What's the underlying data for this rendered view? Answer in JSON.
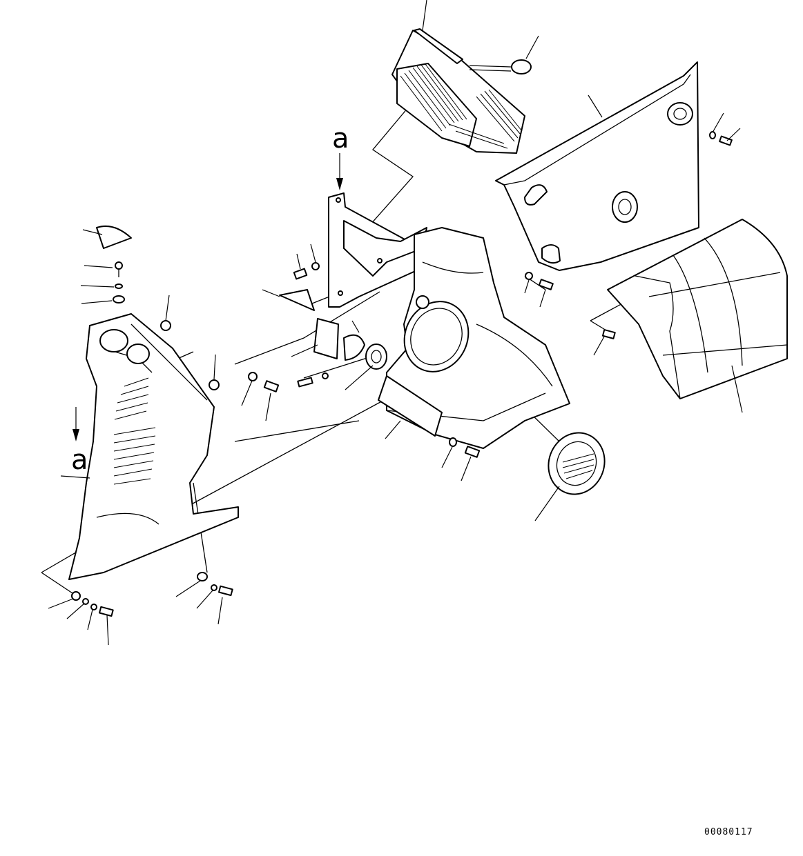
{
  "view_labels": {
    "top": "a",
    "left": "a"
  },
  "drawing_code": "00080117"
}
